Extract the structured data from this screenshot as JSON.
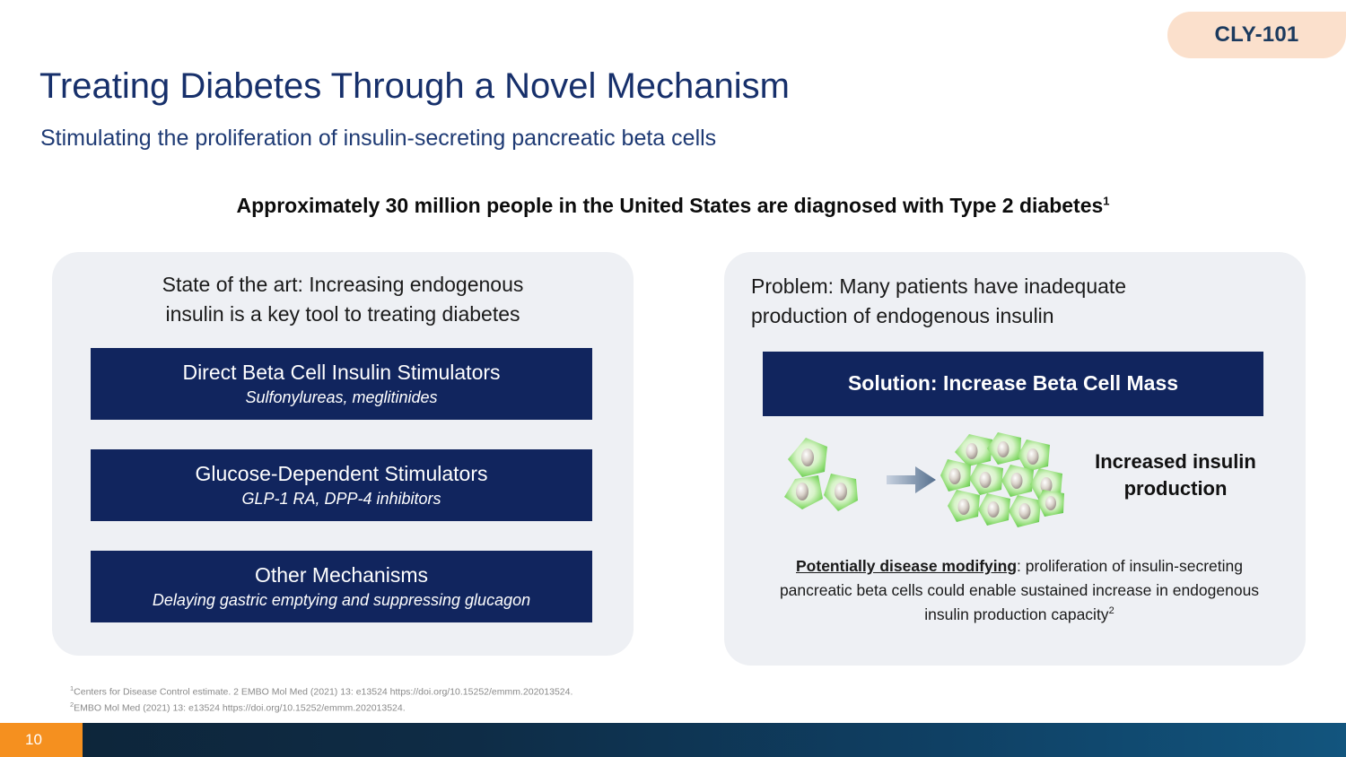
{
  "badge": {
    "label": "CLY-101",
    "bg": "#fbe0cc",
    "fg": "#1b3a5e"
  },
  "header": {
    "title": "Treating Diabetes Through a Novel Mechanism",
    "subtitle": "Stimulating the proliferation of insulin-secreting pancreatic beta cells",
    "title_color": "#17306b"
  },
  "headline": {
    "text": "Approximately 30 million people in the United States are diagnosed with Type 2 diabetes",
    "footnote_marker": "1"
  },
  "left_panel": {
    "heading_line1": "State of the art: Increasing endogenous",
    "heading_line2": "insulin is a key tool to treating diabetes",
    "boxes": [
      {
        "title": "Direct Beta Cell Insulin Stimulators",
        "subtitle": "Sulfonylureas, meglitinides"
      },
      {
        "title": "Glucose-Dependent Stimulators",
        "subtitle": "GLP-1 RA, DPP-4 inhibitors"
      },
      {
        "title": "Other Mechanisms",
        "subtitle": "Delaying gastric emptying and suppressing glucagon"
      }
    ],
    "box_color": "#11255e",
    "panel_bg": "#eef0f4"
  },
  "right_panel": {
    "heading_line1": "Problem: Many patients have inadequate",
    "heading_line2": "production of endogenous insulin",
    "solution": {
      "title": "Solution:  Increase Beta Cell Mass"
    },
    "illustration": {
      "cells_before": 3,
      "cells_after": 11,
      "arrow": "right-arrow-icon",
      "cell_fill": "#8fdc74",
      "nucleus_fill": "#b0a79e"
    },
    "result_label_line1": "Increased insulin",
    "result_label_line2": "production",
    "disease_note": {
      "strong": "Potentially disease modifying",
      "rest": ":  proliferation of insulin-secreting pancreatic beta cells could enable sustained increase in endogenous insulin production capacity",
      "footnote_marker": "2"
    }
  },
  "footnotes": {
    "line1_marker": "1",
    "line1": "Centers for Disease Control estimate. 2 EMBO Mol Med (2021) 13: e13524 https://doi.org/10.15252/emmm.202013524.",
    "line2_marker": "2",
    "line2": "EMBO Mol Med (2021) 13: e13524 https://doi.org/10.15252/emmm.202013524."
  },
  "footer": {
    "page_number": "10",
    "accent_color": "#f5901f"
  }
}
